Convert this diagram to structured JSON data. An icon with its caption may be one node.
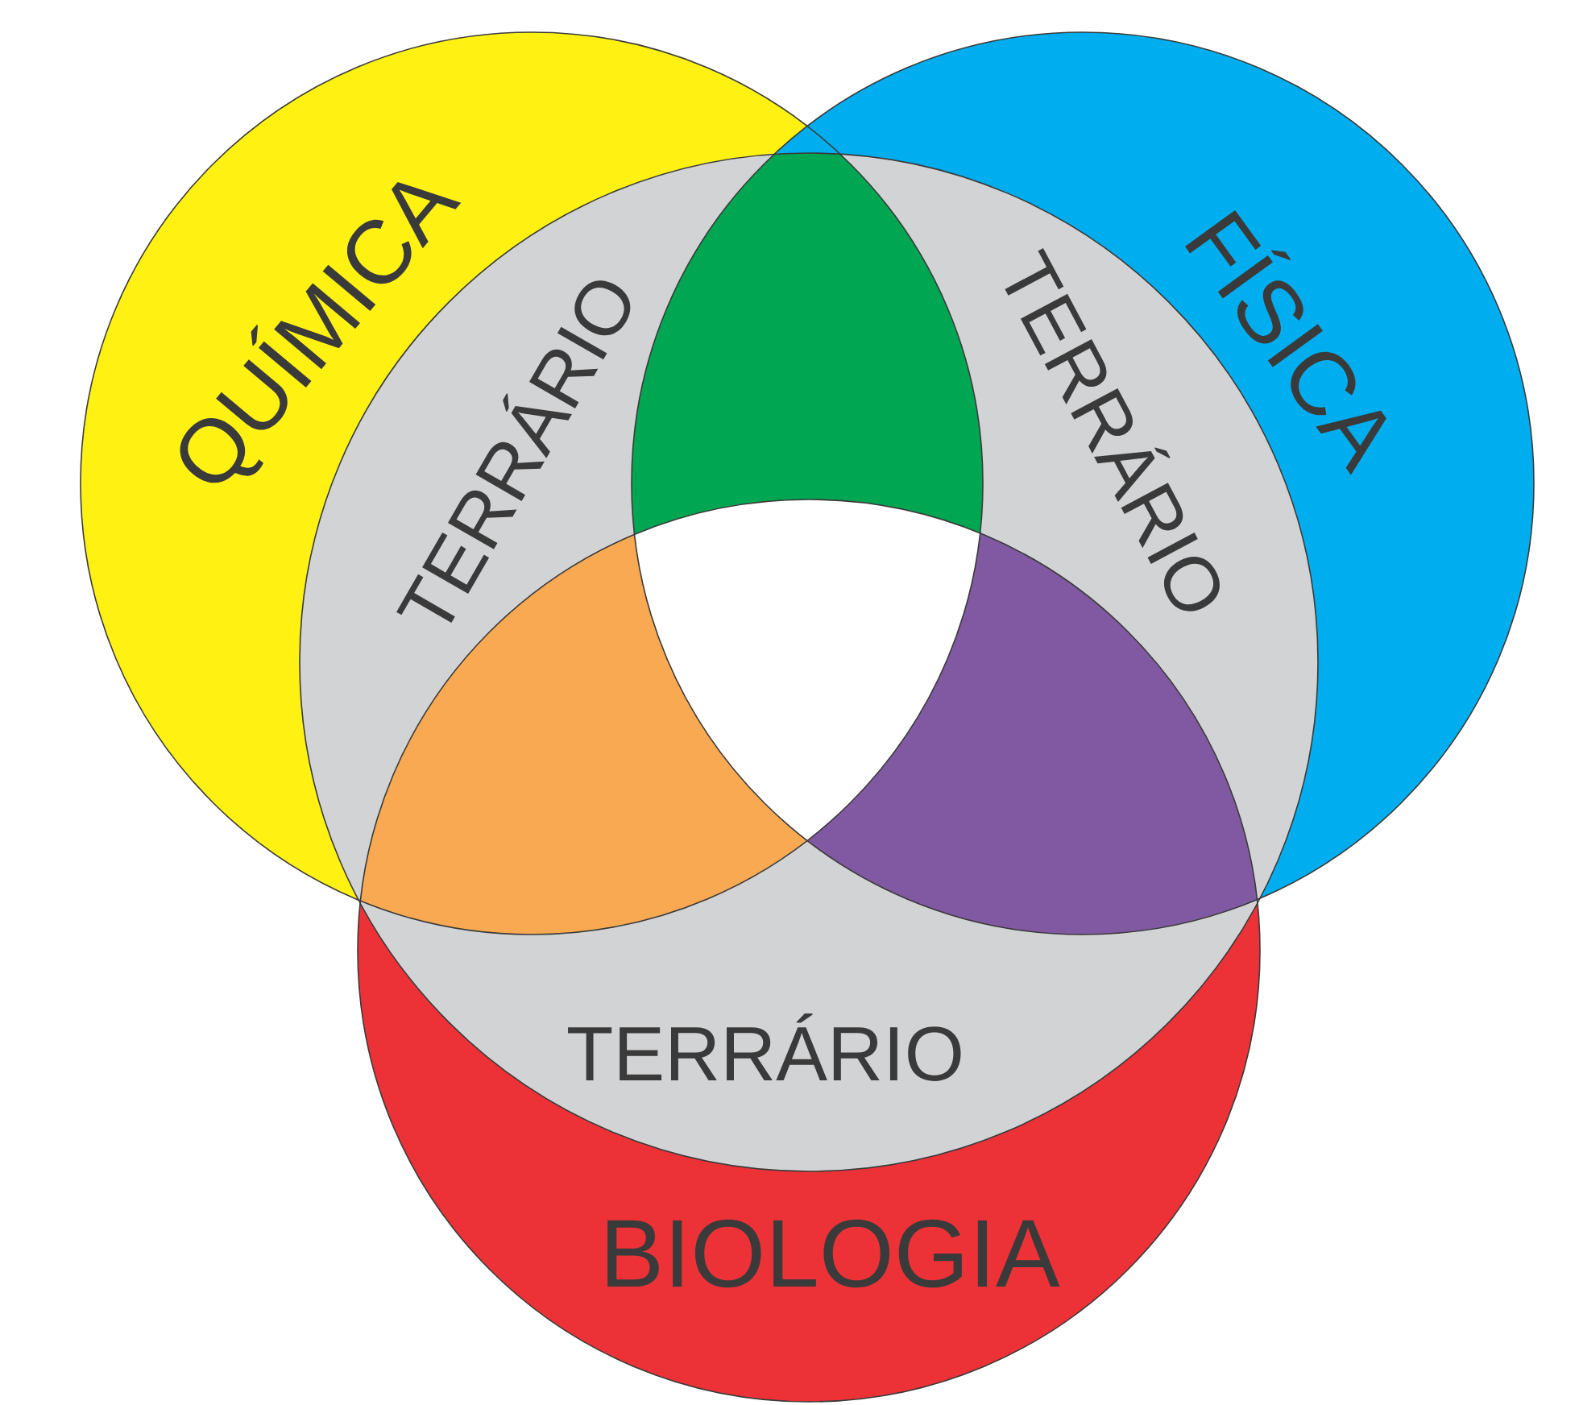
{
  "diagram": {
    "nodes": [
      {
        "text": [
          "QUÍMICA"
        ]
      },
      {
        "text": [
          "FÍSICA"
        ]
      },
      {
        "text": [
          "BIOLOGIA"
        ]
      },
      {
        "text": [
          "TERRÁRIO",
          "TERRÁRIO",
          "TERRÁRIO"
        ]
      }
    ]
  }
}
